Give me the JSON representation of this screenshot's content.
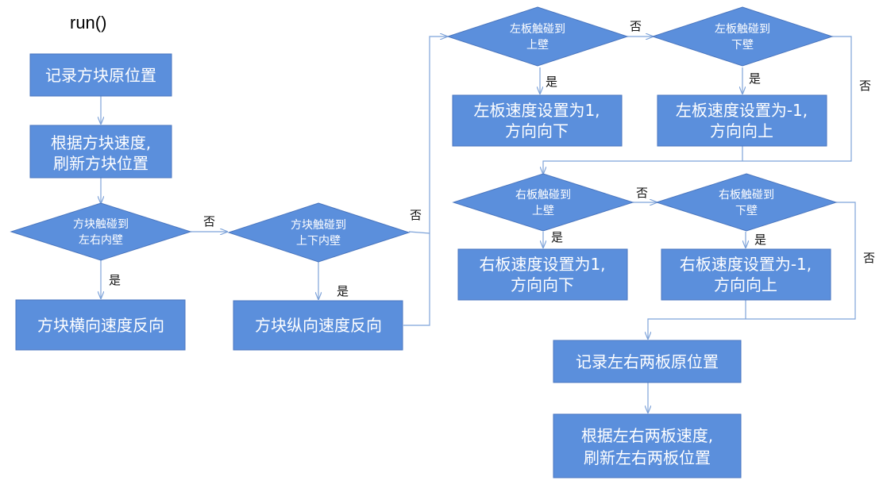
{
  "title": "run()",
  "boxes": {
    "record_block": "记录方块原位置",
    "refresh_block_1": "根据方块速度,",
    "refresh_block_2": "刷新方块位置",
    "reverse_h": "方块横向速度反向",
    "reverse_v": "方块纵向速度反向",
    "left_down_1": "左板速度设置为1,",
    "left_down_2": "方向向下",
    "left_up_1": "左板速度设置为-1,",
    "left_up_2": "方向向上",
    "right_down_1": "右板速度设置为1,",
    "right_down_2": "方向向下",
    "right_up_1": "右板速度设置为-1,",
    "right_up_2": "方向向上",
    "record_boards": "记录左右两板原位置",
    "refresh_boards_1": "根据左右两板速度,",
    "refresh_boards_2": "刷新左右两板位置"
  },
  "decisions": {
    "d1_1": "方块触碰到",
    "d1_2": "左右内壁",
    "d2_1": "方块触碰到",
    "d2_2": "上下内壁",
    "d3_1": "左板触碰到",
    "d3_2": "上壁",
    "d4_1": "左板触碰到",
    "d4_2": "下壁",
    "d5_1": "右板触碰到",
    "d5_2": "上壁",
    "d6_1": "右板触碰到",
    "d6_2": "下壁"
  },
  "labels": {
    "yes": "是",
    "no": "否"
  },
  "colors": {
    "fill": "#5b8fdc",
    "stroke": "#4a76bf",
    "line": "#7ea3d9"
  }
}
